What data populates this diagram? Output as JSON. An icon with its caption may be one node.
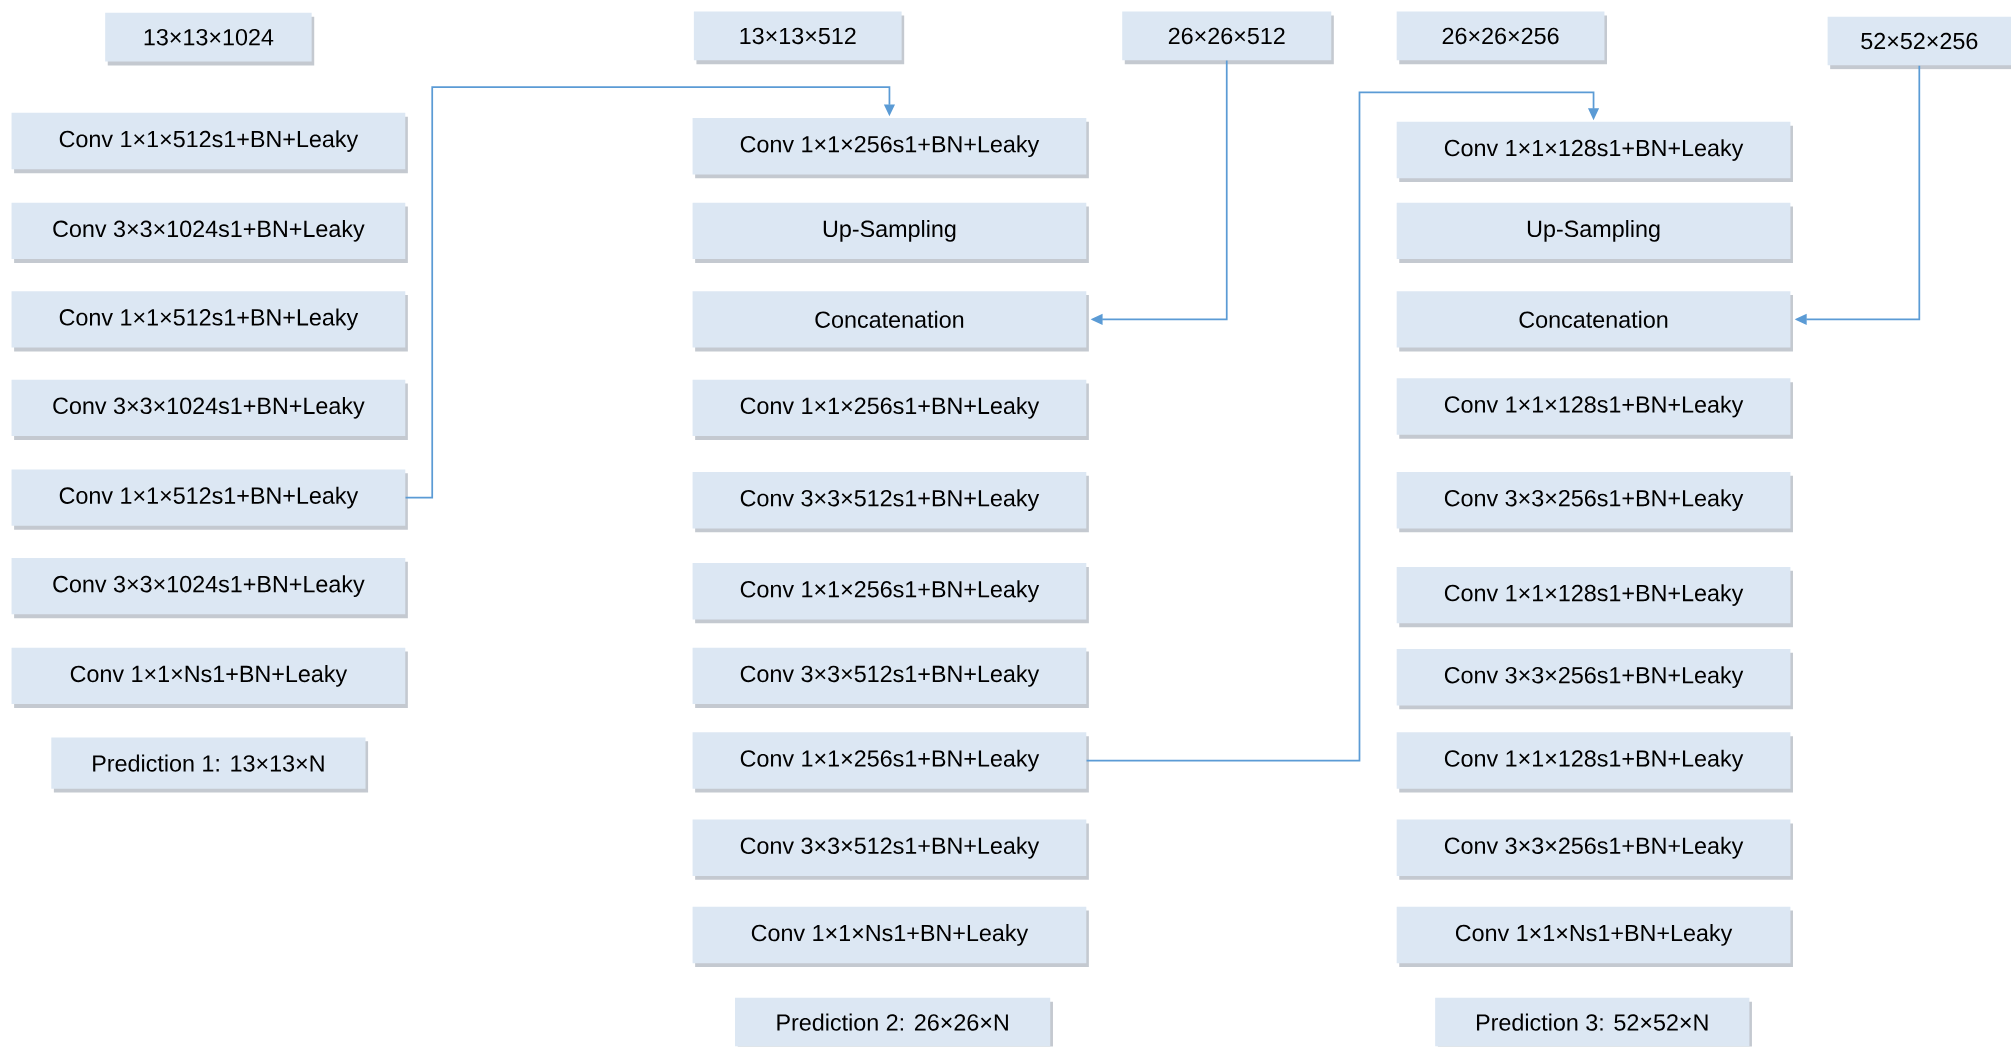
{
  "diagram": {
    "nodes": [
      {
        "text": [
          "13×13×1024"
        ]
      },
      {
        "text": [
          "Conv 1×1×512s1+BN+Leaky"
        ]
      },
      {
        "text": [
          "Conv 3×3×1024s1+BN+Leaky"
        ]
      },
      {
        "text": [
          "Conv 1×1×512s1+BN+Leaky"
        ]
      },
      {
        "text": [
          "Conv 3×3×1024s1+BN+Leaky"
        ]
      },
      {
        "text": [
          "Conv 1×1×512s1+BN+Leaky"
        ]
      },
      {
        "text": [
          "Conv 3×3×1024s1+BN+Leaky"
        ]
      },
      {
        "text": [
          "Conv 1×1×Ns1+BN+Leaky"
        ]
      },
      {
        "text": [
          "Prediction 1: 13×13×N"
        ]
      },
      {
        "text": [
          "13×13×512"
        ]
      },
      {
        "text": [
          "Conv 1×1×256s1+BN+Leaky"
        ]
      },
      {
        "text": [
          "Up-Sampling"
        ]
      },
      {
        "text": [
          "Concatenation"
        ]
      },
      {
        "text": [
          "Conv 1×1×256s1+BN+Leaky"
        ]
      },
      {
        "text": [
          "Conv 3×3×512s1+BN+Leaky"
        ]
      },
      {
        "text": [
          "Conv 1×1×256s1+BN+Leaky"
        ]
      },
      {
        "text": [
          "Conv 3×3×512s1+BN+Leaky"
        ]
      },
      {
        "text": [
          "Conv 1×1×256s1+BN+Leaky"
        ]
      },
      {
        "text": [
          "Conv 3×3×512s1+BN+Leaky"
        ]
      },
      {
        "text": [
          "Conv 1×1×Ns1+BN+Leaky"
        ]
      },
      {
        "text": [
          "Prediction 2: 26×26×N"
        ]
      },
      {
        "text": [
          "26×26×512"
        ]
      },
      {
        "text": [
          "26×26×256"
        ]
      },
      {
        "text": [
          "Conv 1×1×128s1+BN+Leaky"
        ]
      },
      {
        "text": [
          "Up-Sampling"
        ]
      },
      {
        "text": [
          "Concatenation"
        ]
      },
      {
        "text": [
          "Conv 1×1×128s1+BN+Leaky"
        ]
      },
      {
        "text": [
          "Conv 3×3×256s1+BN+Leaky"
        ]
      },
      {
        "text": [
          "Conv 1×1×128s1+BN+Leaky"
        ]
      },
      {
        "text": [
          "Conv 3×3×256s1+BN+Leaky"
        ]
      },
      {
        "text": [
          "Conv 1×1×128s1+BN+Leaky"
        ]
      },
      {
        "text": [
          "Conv 3×3×256s1+BN+Leaky"
        ]
      },
      {
        "text": [
          "Conv 1×1×Ns1+BN+Leaky"
        ]
      },
      {
        "text": [
          "Prediction 3: 52×52×N"
        ]
      },
      {
        "text": [
          "52×52×256"
        ]
      }
    ],
    "edges": [
      {
        "from": 5,
        "to": 10,
        "arrow": "to"
      },
      {
        "from": 21,
        "to": 12,
        "arrow": "to"
      },
      {
        "from": 17,
        "to": 23,
        "arrow": "to"
      },
      {
        "from": 34,
        "to": 25,
        "arrow": "to"
      }
    ]
  }
}
